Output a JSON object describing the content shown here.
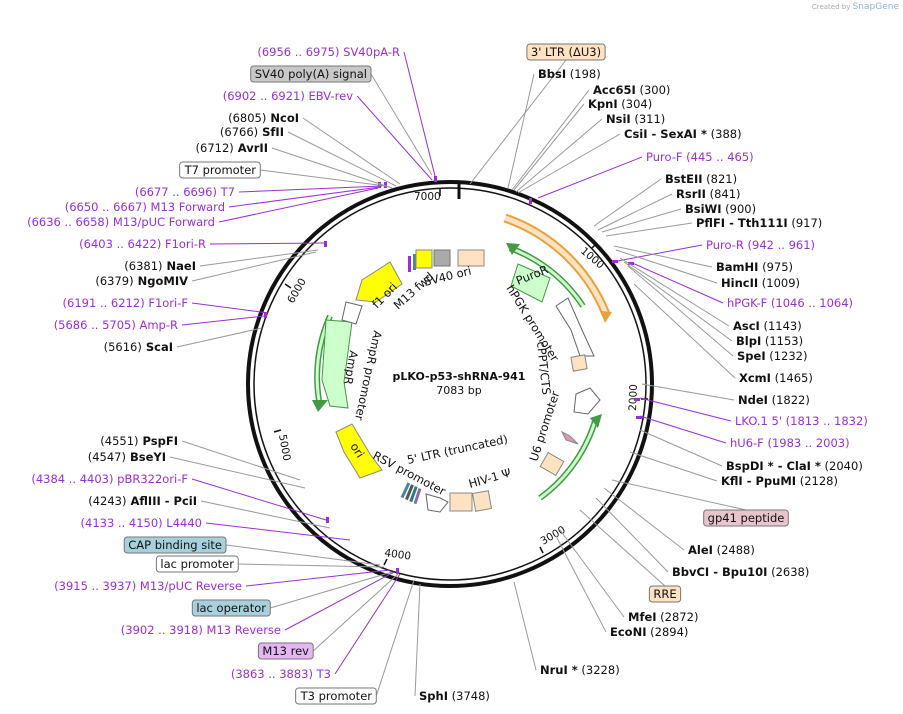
{
  "credit": {
    "prefix": "Created by",
    "brand": "SnapGene"
  },
  "plasmid": {
    "name": "pLKO-p53-shRNA-941",
    "size": "7083 bp"
  },
  "ticks": [
    "1000",
    "2000",
    "3000",
    "4000",
    "5000",
    "6000",
    "7000"
  ],
  "inner_features": [
    "PuroR",
    "hPGK promoter",
    "cPPT/CTS",
    "U6 promoter",
    "HIV-1 Ψ",
    "5' LTR (truncated)",
    "RSV promoter",
    "ori",
    "AmpR promoter",
    "AmpR",
    "f1 ori",
    "M13 fwd",
    "SV40 ori"
  ],
  "labels": [
    {
      "bold": "",
      "num": "",
      "purple": "SV40pA-R",
      "range": "(6956 .. 6975)",
      "box": ""
    },
    {
      "bold": "",
      "num": "",
      "purple": "",
      "range": "",
      "box": "SV40 poly(A) signal"
    },
    {
      "bold": "",
      "num": "",
      "purple": "EBV-rev",
      "range": "(6902 .. 6921)",
      "box": ""
    },
    {
      "bold": "NcoI",
      "num": "(6805)",
      "purple": "",
      "range": "",
      "box": ""
    },
    {
      "bold": "SfII",
      "num": "(6766)",
      "purple": "",
      "range": "",
      "box": ""
    },
    {
      "bold": "AvrII",
      "num": "(6712)",
      "purple": "",
      "range": "",
      "box": ""
    },
    {
      "bold": "",
      "num": "",
      "purple": "",
      "range": "",
      "box": "T7 promoter"
    },
    {
      "bold": "",
      "num": "",
      "purple": "T7",
      "range": "(6677 .. 6696)",
      "box": ""
    },
    {
      "bold": "",
      "num": "",
      "purple": "M13 Forward",
      "range": "(6650 .. 6667)",
      "box": ""
    },
    {
      "bold": "",
      "num": "",
      "purple": "M13/pUC Forward",
      "range": "(6636 .. 6658)",
      "box": ""
    },
    {
      "bold": "",
      "num": "",
      "purple": "F1ori-R",
      "range": "(6403 .. 6422)",
      "box": ""
    },
    {
      "bold": "NaeI",
      "num": "(6381)",
      "purple": "",
      "range": "",
      "box": ""
    },
    {
      "bold": "NgoMIV",
      "num": "(6379)",
      "purple": "",
      "range": "",
      "box": ""
    },
    {
      "bold": "",
      "num": "",
      "purple": "F1ori-F",
      "range": "(6191 .. 6212)",
      "box": ""
    },
    {
      "bold": "",
      "num": "",
      "purple": "Amp-R",
      "range": "(5686 .. 5705)",
      "box": ""
    },
    {
      "bold": "ScaI",
      "num": "(5616)",
      "purple": "",
      "range": "",
      "box": ""
    },
    {
      "bold": "PspFI",
      "num": "(4551)",
      "purple": "",
      "range": "",
      "box": ""
    },
    {
      "bold": "BseYI",
      "num": "(4547)",
      "purple": "",
      "range": "",
      "box": ""
    },
    {
      "bold": "",
      "num": "",
      "purple": "pBR322ori-F",
      "range": "(4384 .. 4403)",
      "box": ""
    },
    {
      "bold": "AflIII - PciI",
      "num": "(4243)",
      "purple": "",
      "range": "",
      "box": ""
    },
    {
      "bold": "",
      "num": "",
      "purple": "L4440",
      "range": "(4133 .. 4150)",
      "box": ""
    },
    {
      "bold": "",
      "num": "",
      "purple": "",
      "range": "",
      "box": "CAP binding site"
    },
    {
      "bold": "",
      "num": "",
      "purple": "",
      "range": "",
      "box": "lac promoter"
    },
    {
      "bold": "",
      "num": "",
      "purple": "M13/pUC Reverse",
      "range": "(3915 .. 3937)",
      "box": ""
    },
    {
      "bold": "",
      "num": "",
      "purple": "",
      "range": "",
      "box": "lac operator"
    },
    {
      "bold": "",
      "num": "",
      "purple": "M13 Reverse",
      "range": "(3902 .. 3918)",
      "box": ""
    },
    {
      "bold": "",
      "num": "",
      "purple": "",
      "range": "",
      "box": "M13 rev"
    },
    {
      "bold": "",
      "num": "",
      "purple": "T3",
      "range": "(3863 .. 3883)",
      "box": ""
    },
    {
      "bold": "",
      "num": "",
      "purple": "",
      "range": "",
      "box": "T3 promoter"
    },
    {
      "bold": "SphI",
      "num": "(3748)",
      "purple": "",
      "range": "",
      "box": ""
    },
    {
      "bold": "",
      "num": "",
      "purple": "",
      "range": "",
      "box": "3' LTR (ΔU3)"
    },
    {
      "bold": "BbsI",
      "num": "(198)",
      "purple": "",
      "range": "",
      "box": ""
    },
    {
      "bold": "Acc65I",
      "num": "(300)",
      "purple": "",
      "range": "",
      "box": ""
    },
    {
      "bold": "KpnI",
      "num": "(304)",
      "purple": "",
      "range": "",
      "box": ""
    },
    {
      "bold": "NsiI",
      "num": "(311)",
      "purple": "",
      "range": "",
      "box": ""
    },
    {
      "bold": "CsiI - SexAI *",
      "num": "(388)",
      "purple": "",
      "range": "",
      "box": ""
    },
    {
      "bold": "",
      "num": "",
      "purple": "Puro-F",
      "range": "(445 .. 465)",
      "box": ""
    },
    {
      "bold": "BstEII",
      "num": "(821)",
      "purple": "",
      "range": "",
      "box": ""
    },
    {
      "bold": "RsrII",
      "num": "(841)",
      "purple": "",
      "range": "",
      "box": ""
    },
    {
      "bold": "BsiWI",
      "num": "(900)",
      "purple": "",
      "range": "",
      "box": ""
    },
    {
      "bold": "PflFI - Tth111I",
      "num": "(917)",
      "purple": "",
      "range": "",
      "box": ""
    },
    {
      "bold": "",
      "num": "",
      "purple": "Puro-R",
      "range": "(942 .. 961)",
      "box": ""
    },
    {
      "bold": "BamHI",
      "num": "(975)",
      "purple": "",
      "range": "",
      "box": ""
    },
    {
      "bold": "HincII",
      "num": "(1009)",
      "purple": "",
      "range": "",
      "box": ""
    },
    {
      "bold": "",
      "num": "",
      "purple": "hPGK-F",
      "range": "(1046 .. 1064)",
      "box": ""
    },
    {
      "bold": "AscI",
      "num": "(1143)",
      "purple": "",
      "range": "",
      "box": ""
    },
    {
      "bold": "BlpI",
      "num": "(1153)",
      "purple": "",
      "range": "",
      "box": ""
    },
    {
      "bold": "SpeI",
      "num": "(1232)",
      "purple": "",
      "range": "",
      "box": ""
    },
    {
      "bold": "XcmI",
      "num": "(1465)",
      "purple": "",
      "range": "",
      "box": ""
    },
    {
      "bold": "NdeI",
      "num": "(1822)",
      "purple": "",
      "range": "",
      "box": ""
    },
    {
      "bold": "",
      "num": "",
      "purple": "LKO.1 5'",
      "range": "(1813 .. 1832)",
      "box": ""
    },
    {
      "bold": "",
      "num": "",
      "purple": "hU6-F",
      "range": "(1983 .. 2003)",
      "box": ""
    },
    {
      "bold": "BspDI * - ClaI *",
      "num": "(2040)",
      "purple": "",
      "range": "",
      "box": ""
    },
    {
      "bold": "KflI - PpuMI",
      "num": "(2128)",
      "purple": "",
      "range": "",
      "box": ""
    },
    {
      "bold": "",
      "num": "",
      "purple": "",
      "range": "",
      "box": "gp41 peptide"
    },
    {
      "bold": "AleI",
      "num": "(2488)",
      "purple": "",
      "range": "",
      "box": ""
    },
    {
      "bold": "BbvCI - Bpu10I",
      "num": "(2638)",
      "purple": "",
      "range": "",
      "box": ""
    },
    {
      "bold": "",
      "num": "",
      "purple": "",
      "range": "",
      "box": "RRE"
    },
    {
      "bold": "MfeI",
      "num": "(2872)",
      "purple": "",
      "range": "",
      "box": ""
    },
    {
      "bold": "EcoNI",
      "num": "(2894)",
      "purple": "",
      "range": "",
      "box": ""
    },
    {
      "bold": "NruI *",
      "num": "(3228)",
      "purple": "",
      "range": "",
      "box": ""
    }
  ],
  "colors": {
    "purple": "#9b2fd6",
    "enzyme": "#000000",
    "leader": "#9a9a9a",
    "ring": "#111111",
    "yellow": "#ffff00",
    "green_light": "#ccffcc",
    "green_dark": "#449944",
    "peach": "#ffe2c2",
    "orange": "#e8a23a",
    "gray_box": "#c8c8c8",
    "teal_box": "#a8d0dc",
    "pink_box": "#e8c4cc",
    "lilac_box": "#e4b6f2"
  }
}
